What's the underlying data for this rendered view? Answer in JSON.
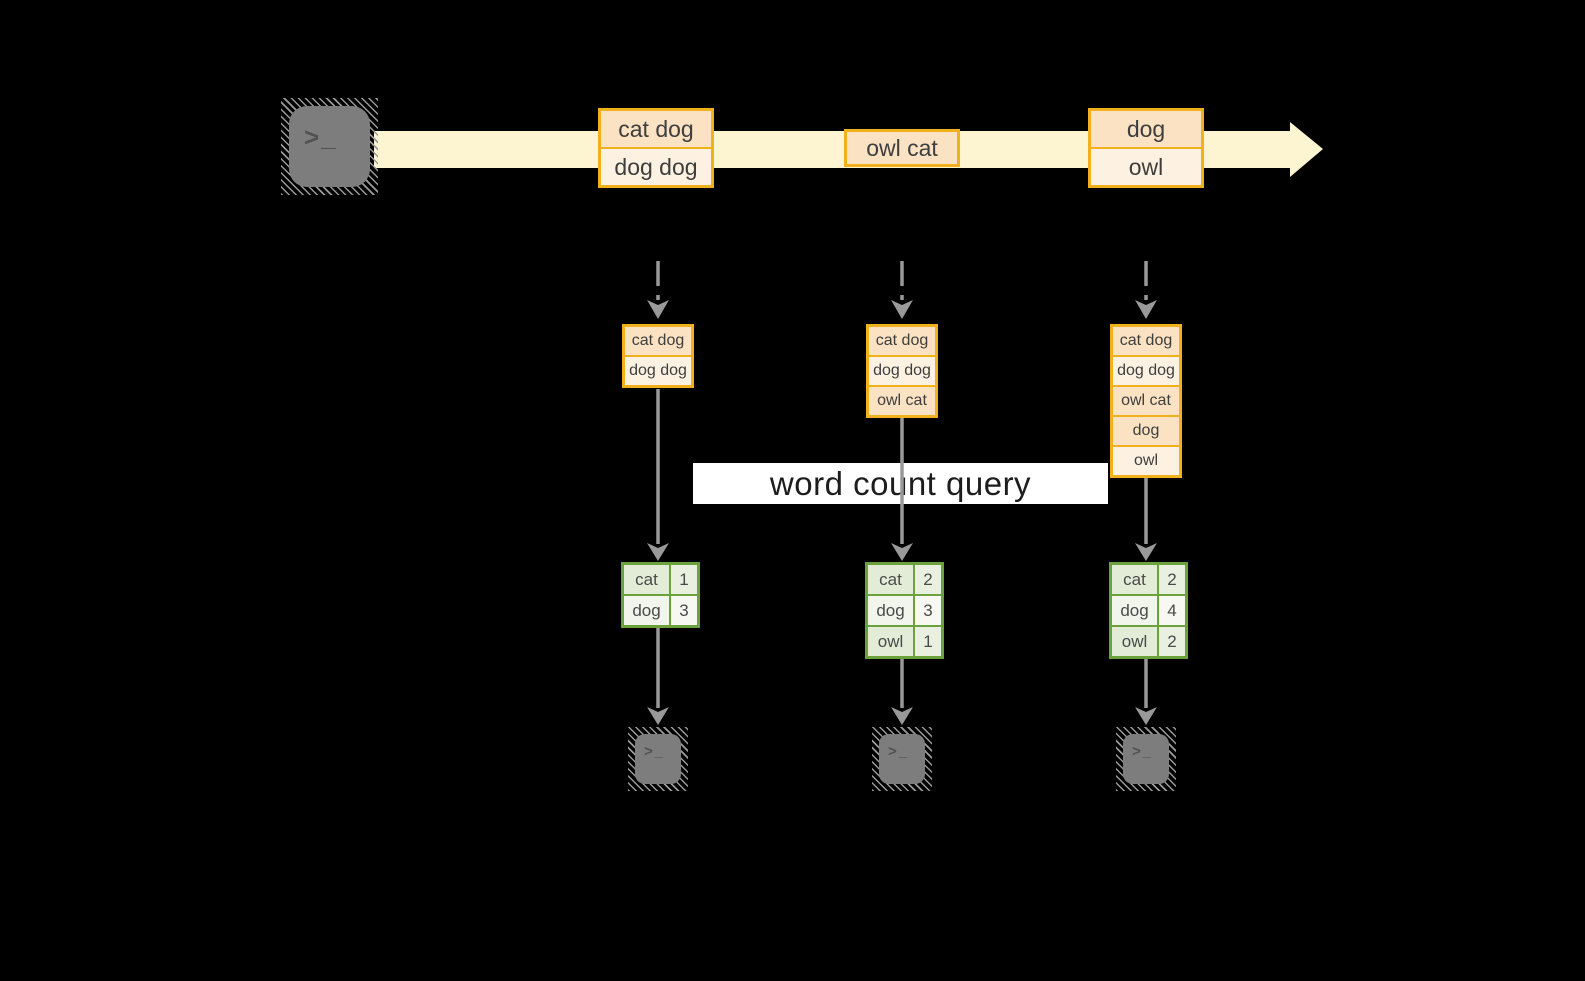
{
  "label": {
    "query_band": "word count query"
  },
  "source_terminal": {
    "glyph": ">_"
  },
  "stream": {
    "events": [
      {
        "cells": [
          {
            "text": "cat dog"
          },
          {
            "text": "dog dog"
          }
        ]
      },
      {
        "cells": [
          {
            "text": "owl cat"
          }
        ]
      },
      {
        "cells": [
          {
            "text": "dog"
          },
          {
            "text": "owl"
          }
        ]
      }
    ]
  },
  "tasks": [
    {
      "buffer": [
        {
          "text": "cat dog"
        },
        {
          "text": "dog dog"
        }
      ],
      "counts": [
        {
          "word": "cat",
          "value": "1"
        },
        {
          "word": "dog",
          "value": "3"
        }
      ],
      "terminal": {
        "glyph": ">_"
      }
    },
    {
      "buffer": [
        {
          "text": "cat dog"
        },
        {
          "text": "dog dog"
        },
        {
          "text": "owl cat"
        }
      ],
      "counts": [
        {
          "word": "cat",
          "value": "2"
        },
        {
          "word": "dog",
          "value": "3"
        },
        {
          "word": "owl",
          "value": "1"
        }
      ],
      "terminal": {
        "glyph": ">_"
      }
    },
    {
      "buffer": [
        {
          "text": "cat dog"
        },
        {
          "text": "dog dog"
        },
        {
          "text": "owl cat"
        },
        {
          "text": "dog"
        },
        {
          "text": "owl"
        }
      ],
      "counts": [
        {
          "word": "cat",
          "value": "2"
        },
        {
          "word": "dog",
          "value": "4"
        },
        {
          "word": "owl",
          "value": "2"
        }
      ],
      "terminal": {
        "glyph": ">_"
      }
    }
  ],
  "colors": {
    "stream_fill": "#fdf4d1",
    "event_border": "#f1b11c",
    "event_fill_dark": "#fae2c2",
    "event_fill_light": "#fdf2e1",
    "table_border": "#6ca23c",
    "table_fill_dark": "#e3ecd6",
    "table_fill_light": "#f2f5ec",
    "arrow_gray": "#999999",
    "band_bg": "#ffffff"
  }
}
